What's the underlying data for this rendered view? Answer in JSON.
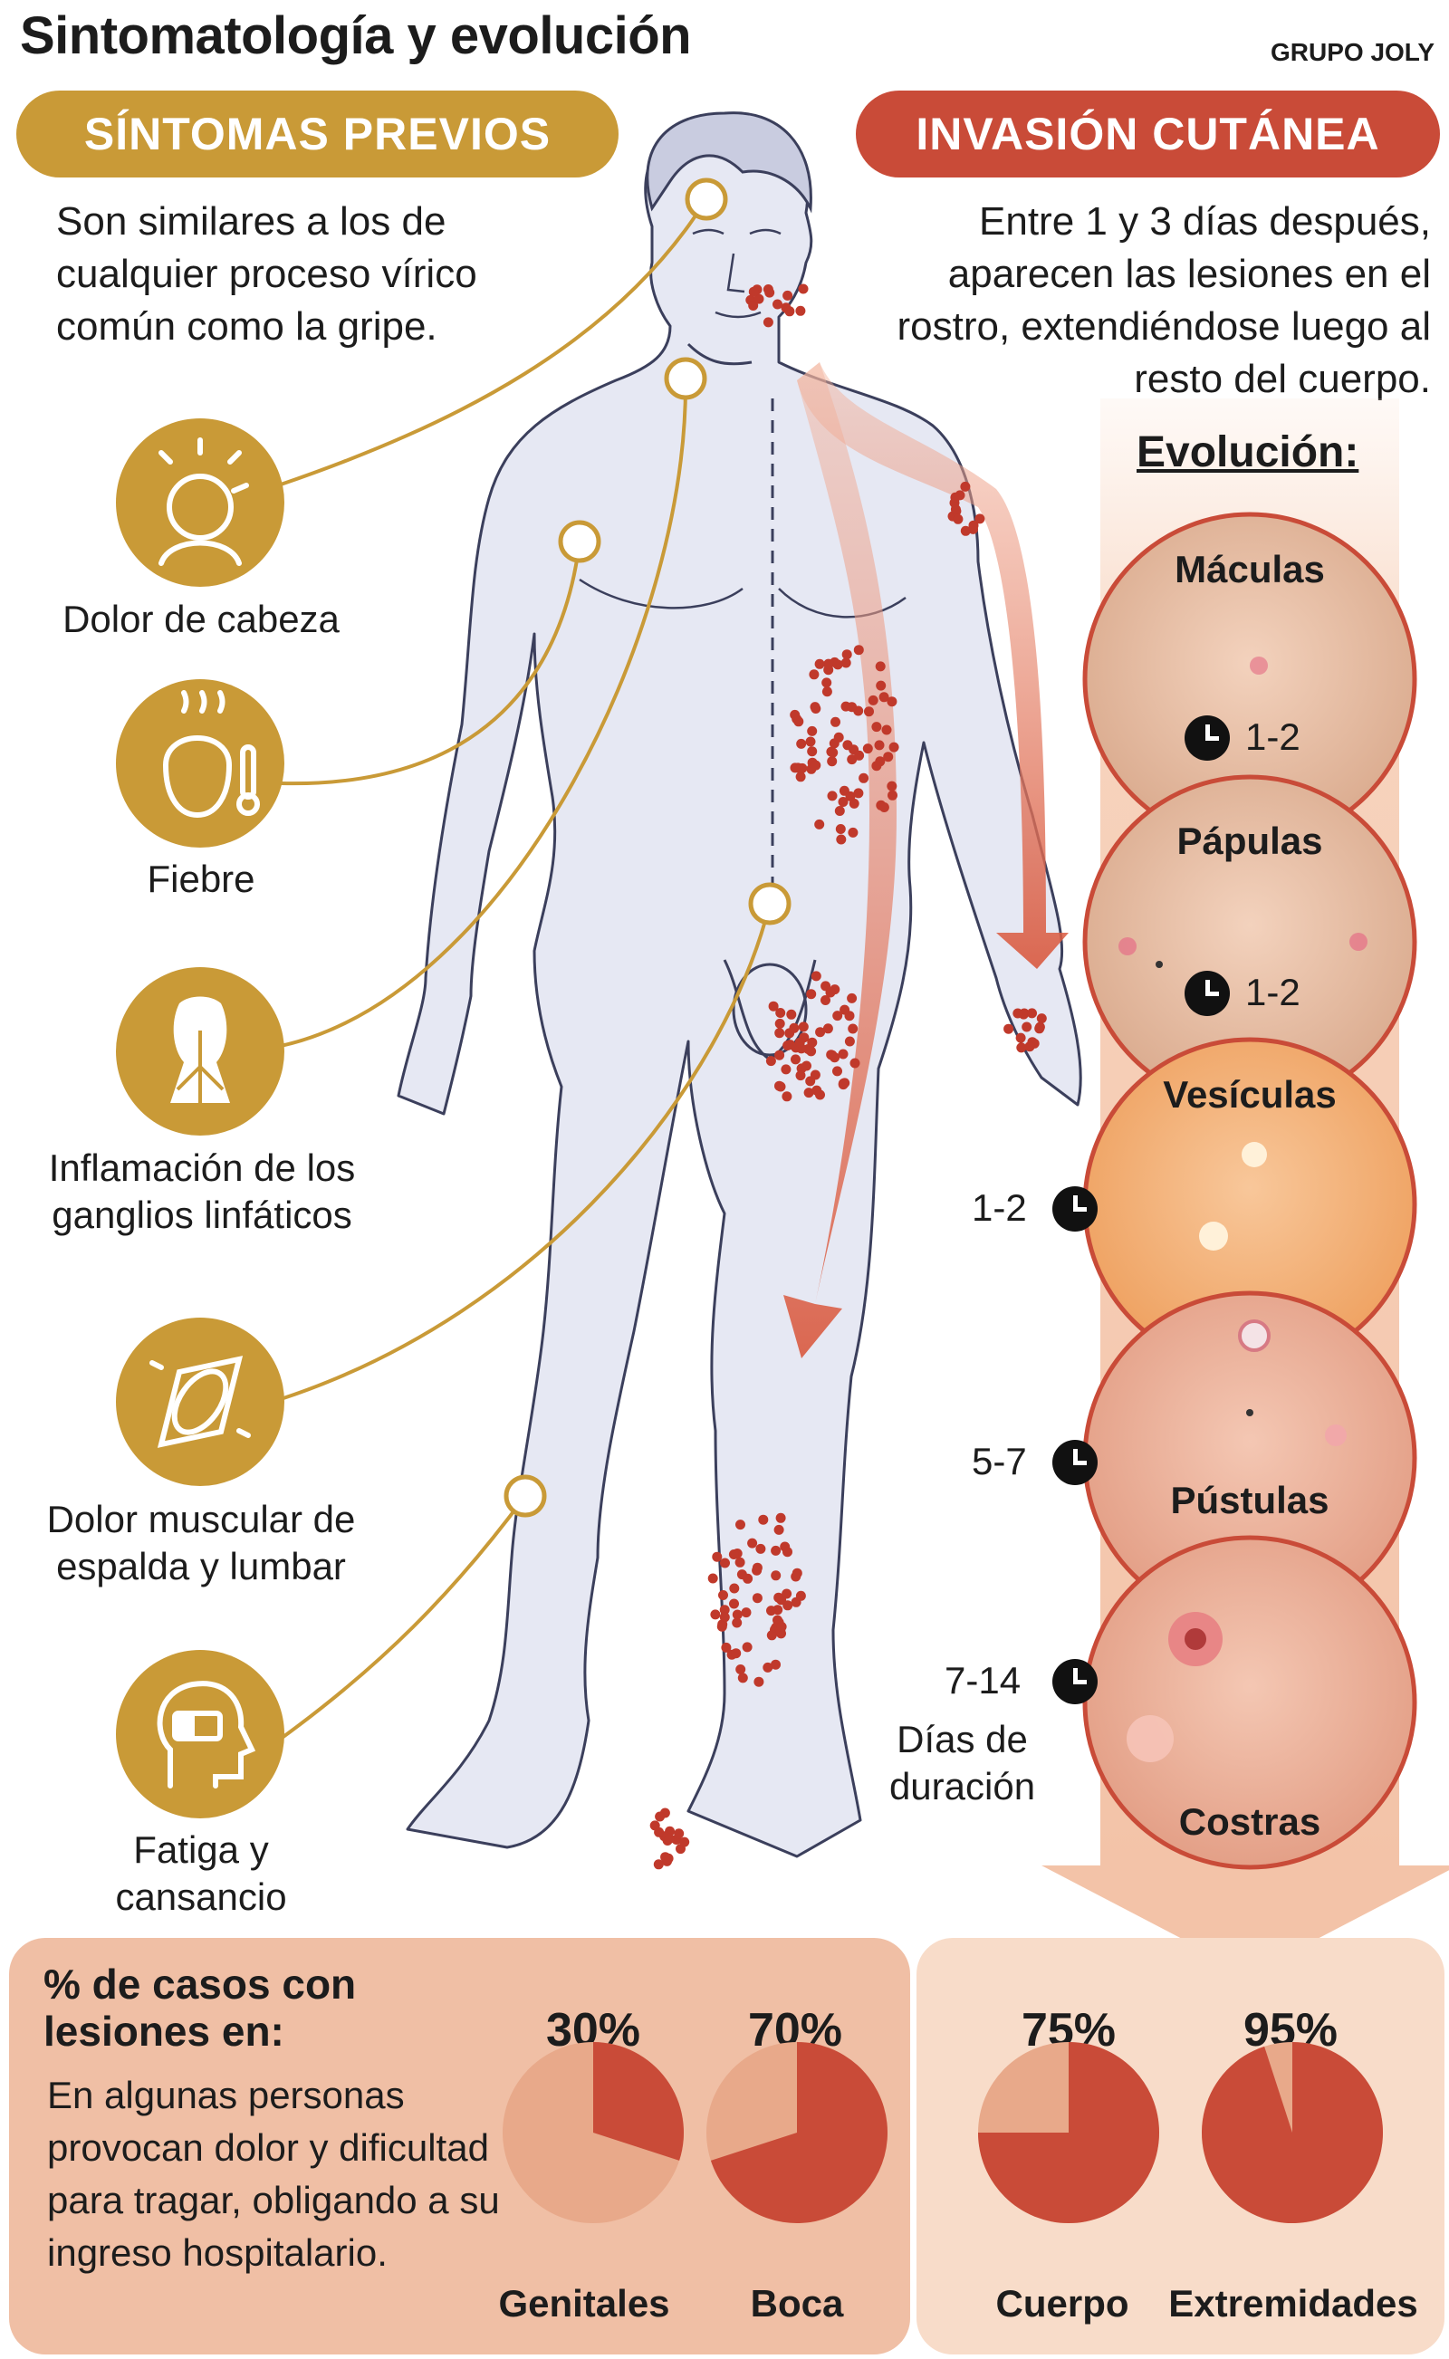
{
  "header": {
    "title": "Sintomatología y evolución",
    "credit": "GRUPO JOLY"
  },
  "left_section": {
    "heading": "SÍNTOMAS PREVIOS",
    "intro": "Son similares a los de cualquier proceso vírico común como la gripe.",
    "symptoms": [
      {
        "label": "Dolor de cabeza",
        "icon": "headache-icon"
      },
      {
        "label": "Fiebre",
        "icon": "fever-icon"
      },
      {
        "label": "Inflamación de los ganglios linfáticos",
        "icon": "lymph-nodes-icon"
      },
      {
        "label": "Dolor muscular de espalda y lumbar",
        "icon": "muscle-pain-icon"
      },
      {
        "label": "Fatiga y cansancio",
        "icon": "fatigue-icon"
      }
    ]
  },
  "right_section": {
    "heading": "INVASIÓN CUTÁNEA",
    "intro": "Entre 1 y 3 días después, aparecen las lesiones en el rostro, extendiéndose luego al resto del cuerpo.",
    "evolution_title": "Evolución:",
    "stages": [
      {
        "name": "Máculas",
        "days": "1-2"
      },
      {
        "name": "Pápulas",
        "days": "1-2"
      },
      {
        "name": "Vesículas",
        "days": "1-2"
      },
      {
        "name": "Pústulas",
        "days": "5-7"
      },
      {
        "name": "Costras",
        "days": "7-14"
      }
    ],
    "duration_label": "Días de duración"
  },
  "cases": {
    "title": "% de casos con lesiones en:",
    "text": "En algunas personas provocan dolor y dificultad para tragar, obligando a su ingreso hospitalario.",
    "items": [
      {
        "label": "Genitales",
        "percent_label": "30%",
        "value": 30
      },
      {
        "label": "Boca",
        "percent_label": "70%",
        "value": 70
      },
      {
        "label": "Cuerpo",
        "percent_label": "75%",
        "value": 75
      },
      {
        "label": "Extremidades",
        "percent_label": "95%",
        "value": 95
      }
    ]
  },
  "colors": {
    "gold": "#c99a37",
    "red": "#c94b38",
    "lesion": "#c0392b",
    "pie_base": "#e8a98a",
    "pie_fill": "#c94b38",
    "body": "#e6e8f3"
  }
}
